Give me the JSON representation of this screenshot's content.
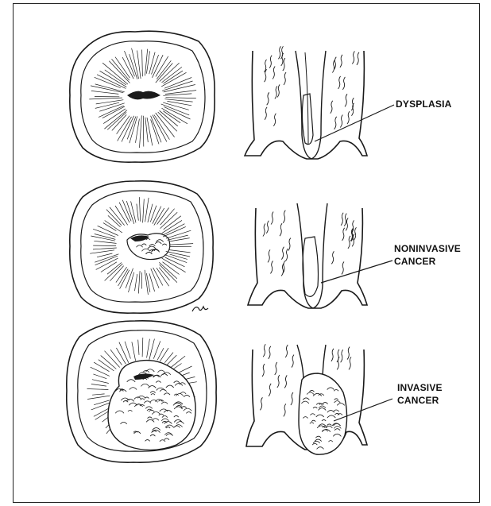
{
  "labels": {
    "stage1": {
      "lines": [
        "DYSPLASIA"
      ]
    },
    "stage2": {
      "lines": [
        "NONINVASIVE",
        "CANCER"
      ]
    },
    "stage3": {
      "lines": [
        "INVASIVE",
        "CANCER"
      ]
    }
  },
  "colors": {
    "ink": "#1a1a1a",
    "paper": "#ffffff",
    "frame": "#222222"
  }
}
